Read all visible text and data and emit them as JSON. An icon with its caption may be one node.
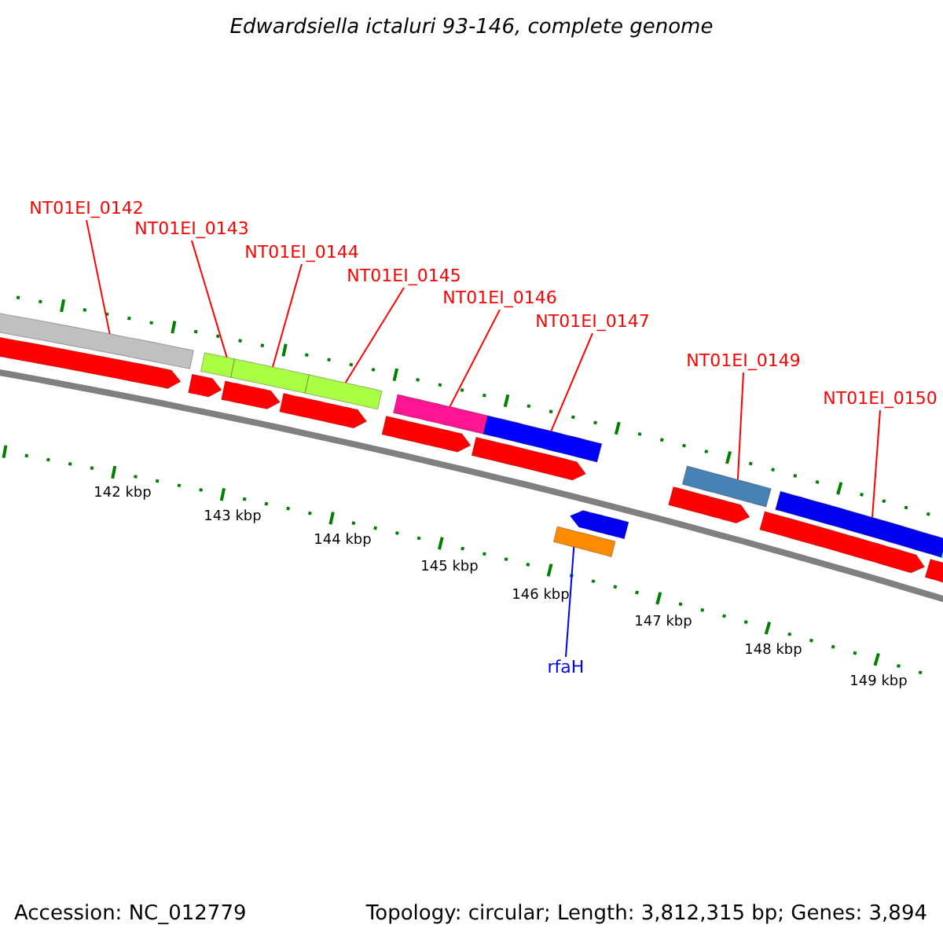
{
  "diagram": {
    "title": "Edwardsiella ictaluri 93-146, complete genome",
    "nodes": [
      {
        "text": [
          "NT01EI_0142"
        ]
      },
      {
        "text": [
          "NT01EI_0143"
        ]
      },
      {
        "text": [
          "NT01EI_0144"
        ]
      },
      {
        "text": [
          "NT01EI_0145"
        ]
      },
      {
        "text": [
          "NT01EI_0146"
        ]
      },
      {
        "text": [
          "NT01EI_0147"
        ]
      },
      {
        "text": [
          "NT01EI_0149"
        ]
      },
      {
        "text": [
          "NT01EI_0150"
        ]
      },
      {
        "text": [
          "rfaH"
        ]
      },
      {
        "text": [],
        "shape": "bar"
      },
      {
        "text": [],
        "shape": "bar"
      },
      {
        "text": [],
        "shape": "bar"
      },
      {
        "text": [],
        "shape": "bar"
      },
      {
        "text": [],
        "shape": "bar"
      },
      {
        "text": [],
        "shape": "bar"
      },
      {
        "text": [],
        "shape": "bar"
      },
      {
        "text": [],
        "shape": "bar"
      },
      {
        "text": [],
        "shape": "bar"
      },
      {
        "text": [],
        "shape": "arrow"
      },
      {
        "text": [],
        "shape": "arrow"
      },
      {
        "text": [],
        "shape": "arrow"
      },
      {
        "text": [],
        "shape": "arrow"
      },
      {
        "text": [],
        "shape": "arrow"
      },
      {
        "text": [],
        "shape": "arrow"
      },
      {
        "text": [],
        "shape": "arrow"
      },
      {
        "text": [],
        "shape": "arrow"
      },
      {
        "text": [],
        "shape": "arrow"
      },
      {
        "text": [],
        "shape": "bar"
      },
      {
        "text": [],
        "shape": "arrow"
      }
    ],
    "edges": [
      {
        "from": 0,
        "to": 9,
        "arrow": "none"
      },
      {
        "from": 1,
        "to": 10,
        "arrow": "none"
      },
      {
        "from": 2,
        "to": 11,
        "arrow": "none"
      },
      {
        "from": 3,
        "to": 12,
        "arrow": "none"
      },
      {
        "from": 4,
        "to": 13,
        "arrow": "none"
      },
      {
        "from": 5,
        "to": 14,
        "arrow": "none"
      },
      {
        "from": 6,
        "to": 15,
        "arrow": "none"
      },
      {
        "from": 7,
        "to": 16,
        "arrow": "none"
      },
      {
        "from": 8,
        "to": 17,
        "arrow": "none",
        "color": "#0000ff"
      }
    ],
    "labels": [
      "142 kbp",
      "143 kbp",
      "144 kbp",
      "145 kbp",
      "146 kbp",
      "147 kbp",
      "148 kbp",
      "149 kbp",
      "Accession: NC_012779",
      "Topology: circular; Length: 3,812,315 bp; Genes: 3,894"
    ]
  }
}
